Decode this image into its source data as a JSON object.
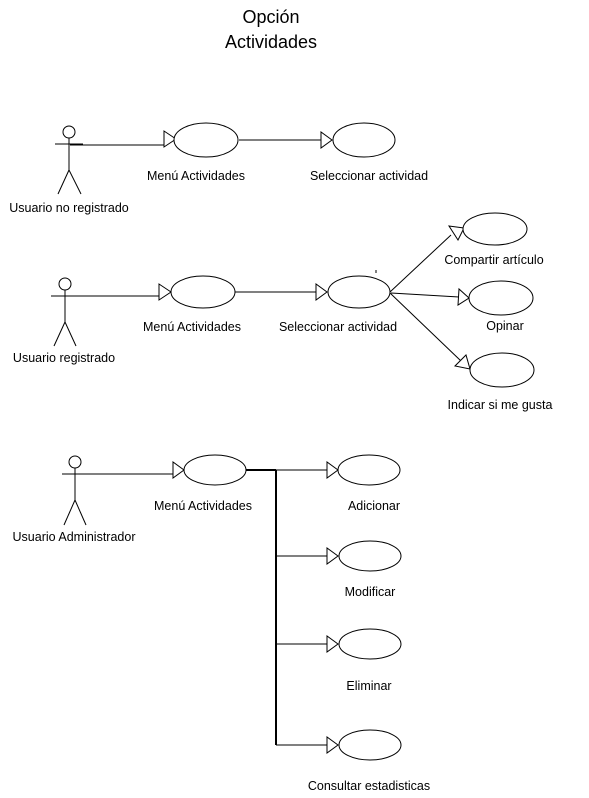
{
  "title": {
    "line1": "Opción",
    "line2": "Actividades"
  },
  "section1": {
    "actor": "Usuario no registrado",
    "menu": "Menú Actividades",
    "select": "Seleccionar actividad"
  },
  "section2": {
    "actor": "Usuario registrado",
    "menu": "Menú Actividades",
    "select": "Seleccionar actividad",
    "share": "Compartir artículo",
    "opine": "Opinar",
    "like": "Indicar si me gusta"
  },
  "section3": {
    "actor": "Usuario Administrador",
    "menu": "Menú Actividades",
    "add": "Adicionar",
    "modify": "Modificar",
    "delete": "Eliminar",
    "stats": "Consultar estadisticas"
  }
}
